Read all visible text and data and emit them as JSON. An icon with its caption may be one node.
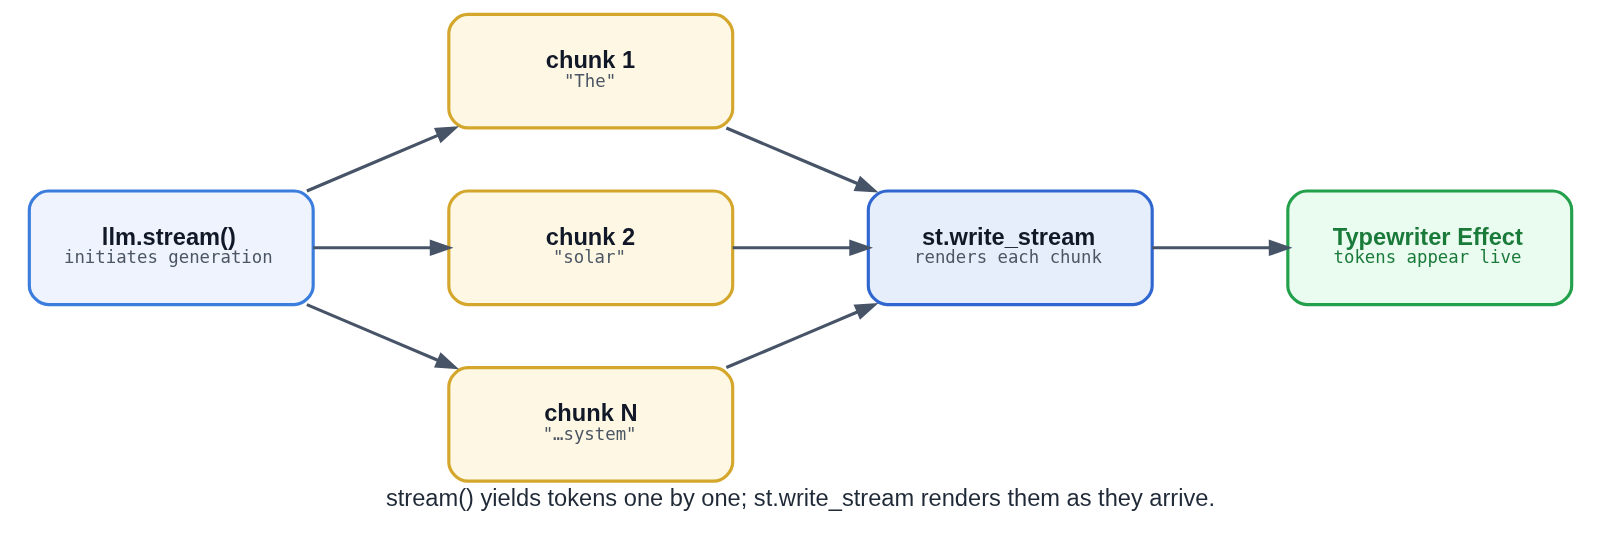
{
  "diagram": {
    "caption": "stream() yields tokens one by one; st.write_stream renders them as they arrive.",
    "nodes": [
      {
        "text": [
          "llm.stream()",
          "initiates generation"
        ]
      },
      {
        "text": [
          "chunk 1",
          "\"The\""
        ]
      },
      {
        "text": [
          "chunk 2",
          "\"solar\""
        ]
      },
      {
        "text": [
          "chunk N",
          "\"…system\""
        ]
      },
      {
        "text": [
          "st.write_stream",
          "renders each chunk"
        ]
      },
      {
        "text": [
          "Typewriter Effect",
          "tokens appear live"
        ]
      }
    ],
    "edges": [
      {
        "from": 0,
        "to": 1,
        "arrow": "to"
      },
      {
        "from": 0,
        "to": 2,
        "arrow": "to"
      },
      {
        "from": 0,
        "to": 3,
        "arrow": "to"
      },
      {
        "from": 1,
        "to": 4,
        "arrow": "to"
      },
      {
        "from": 2,
        "to": 4,
        "arrow": "to"
      },
      {
        "from": 3,
        "to": 4,
        "arrow": "to"
      },
      {
        "from": 4,
        "to": 5,
        "arrow": "to"
      }
    ]
  }
}
